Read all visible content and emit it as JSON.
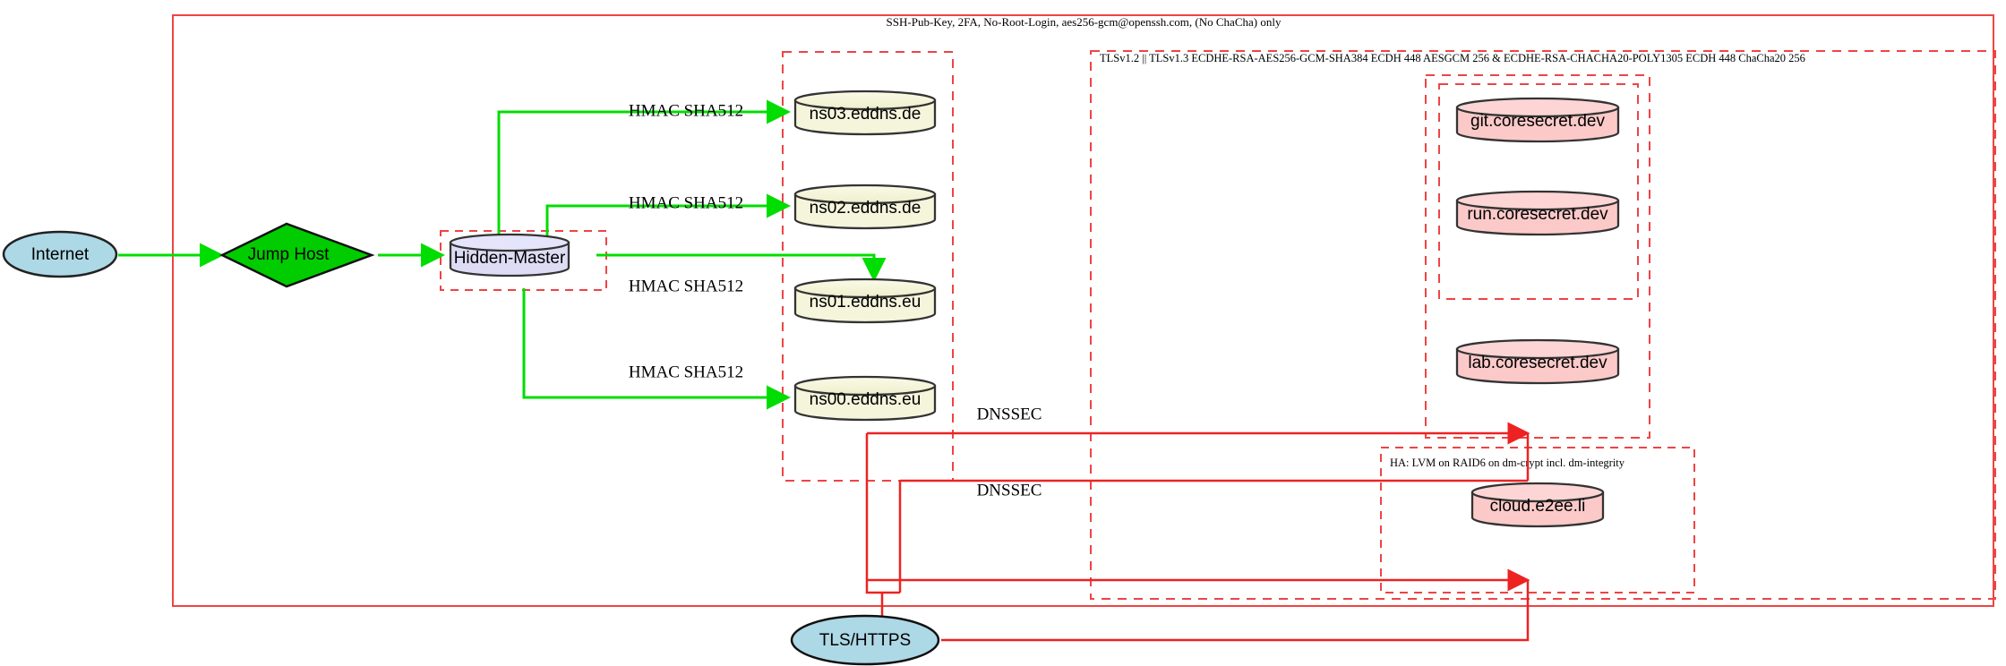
{
  "diagram": {
    "title_note": "SSH-Pub-Key, 2FA, No-Root-Login, aes256-gcm@openssh.com, (No ChaCha) only",
    "tls_note": "TLSv1.2 || TLSv1.3 ECDHE-RSA-AES256-GCM-SHA384 ECDH 448 AESGCM 256 & ECDHE-RSA-CHACHA20-POLY1305 ECDH 448 ChaCha20 256",
    "ha_note": "HA: LVM on RAID6 on dm-crypt incl. dm-integrity"
  },
  "nodes": {
    "internet": "Internet",
    "jump_host": "Jump Host",
    "hidden_master": "Hidden-Master",
    "ns03": "ns03.eddns.de",
    "ns02": "ns02.eddns.de",
    "ns01": "ns01.eddns.eu",
    "ns00": "ns00.eddns.eu",
    "git": "git.coresecret.dev",
    "run": "run.coresecret.dev",
    "lab": "lab.coresecret.dev",
    "cloud": "cloud.e2ee.li",
    "tls_https": "TLS/HTTPS"
  },
  "edge_labels": {
    "hmac_ns03": "HMAC SHA512",
    "hmac_ns02": "HMAC SHA512",
    "hmac_ns01": "HMAC SHA512",
    "hmac_ns00": "HMAC SHA512",
    "dnssec_upper": "DNSSEC",
    "dnssec_lower": "DNSSEC"
  },
  "colors": {
    "red": "#ff3333",
    "red_solid": "#ee2222",
    "green": "#00dd00",
    "node_stroke": "#333333",
    "internet_fill": "#add8e6",
    "jump_fill": "#00cc00",
    "master_fill": "#dcdcf5",
    "dns_fill": "#f5f5dc",
    "server_fill": "#fcc9c9",
    "text": "#000000"
  }
}
